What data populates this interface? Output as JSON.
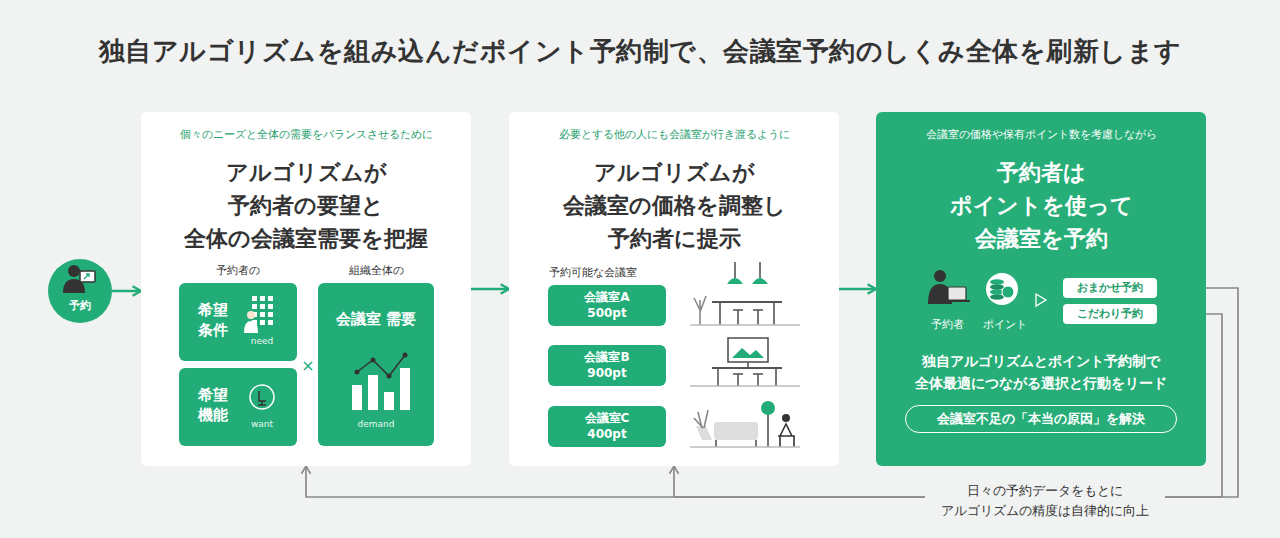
{
  "diagram": {
    "title": "独自アルゴリズムを組み込んだポイント予約制で、会議室予約のしくみ全体を刷新します",
    "nodes": [
      {
        "text": [
          "予約"
        ]
      },
      {
        "text": [
          "個々のニーズと全体の需要をバランスさせるために",
          "アルゴリズムが 予約者の要望と 全体の会議室需要を把握"
        ]
      },
      {
        "text": [
          "希望 条件",
          "need"
        ],
        "in": 1
      },
      {
        "text": [
          "希望 機能",
          "want"
        ],
        "in": 1
      },
      {
        "text": [
          "組織全体の",
          "会議室 需要",
          "demand"
        ],
        "in": 1
      },
      {
        "text": [
          "必要とする他の人にも会議室が行き渡るように",
          "アルゴリズムが 会議室の価格を調整し 予約者に提示",
          "予約可能な会議室"
        ]
      },
      {
        "text": [
          "会議室A",
          "500pt"
        ],
        "in": 5
      },
      {
        "text": [
          "会議室B",
          "900pt"
        ],
        "in": 5
      },
      {
        "text": [
          "会議室C",
          "400pt"
        ],
        "in": 5
      },
      {
        "text": [
          "会議室の価格や保有ポイント数を考慮しながら",
          "予約者は ポイントを使って 会議室を予約",
          "予約者",
          "ポイント",
          "独自アルゴリズムとポイント予約制で 全体最適につながる選択と行動をリード"
        ]
      },
      {
        "text": [
          "おまかせ予約"
        ],
        "in": 9
      },
      {
        "text": [
          "こだわり予約"
        ],
        "in": 9
      },
      {
        "text": [
          "会議室不足の「本当の原因」を解決"
        ],
        "in": 9
      }
    ],
    "edges": [
      {
        "from": 0,
        "to": 1,
        "arrow": "to"
      },
      {
        "from": 1,
        "to": 5,
        "arrow": "to"
      },
      {
        "from": 5,
        "to": 9,
        "arrow": "to"
      },
      {
        "from": 10,
        "to": 1,
        "arrow": "to"
      },
      {
        "from": 10,
        "to": 5,
        "arrow": "to"
      },
      {
        "from": 11,
        "to": 1,
        "arrow": "to"
      },
      {
        "from": 11,
        "to": 5,
        "arrow": "to"
      }
    ],
    "labels": [
      "予約者の",
      "×",
      "日々の予約データをもとに アルゴリズムの精度は自律的に向上"
    ]
  }
}
